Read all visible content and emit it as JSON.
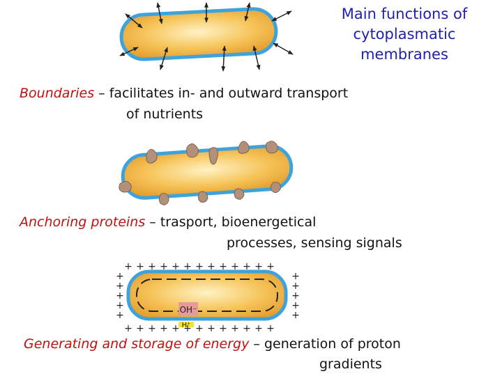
{
  "title": {
    "line1": "Main functions of",
    "line2": "cytoplasmatic",
    "line3": "membranes"
  },
  "functions": [
    {
      "term": "Boundaries",
      "dash": " – ",
      "desc_line1": "facilitates in- and outward transport",
      "desc_line2": "of nutrients"
    },
    {
      "term": "Anchoring proteins",
      "dash": " – ",
      "desc_line1": "trasport, bioenergetical",
      "desc_line2": "processes, sensing signals"
    },
    {
      "term": "Generating and storage of energy",
      "dash": " – ",
      "desc_line1": "generation of proton",
      "desc_line2": "gradients"
    }
  ],
  "figure3": {
    "oh_label": "OH⁻",
    "h_label": "H⁺",
    "outer_sign": "+",
    "inner_sign": "–"
  },
  "colors": {
    "title": "#1f1fb0",
    "term": "#c01010",
    "term_energy": "#2b2ba8",
    "membrane": "#3ea3dd",
    "cytoplasm": "#f2b03c"
  }
}
